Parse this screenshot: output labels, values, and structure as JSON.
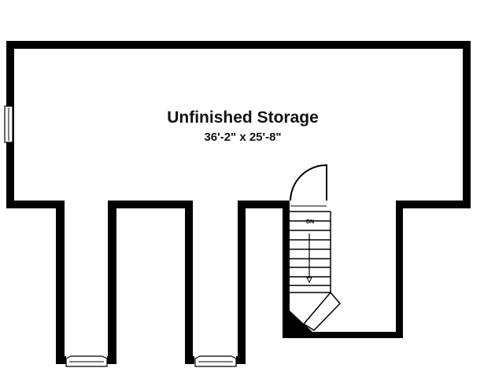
{
  "room": {
    "name": "Unfinished Storage",
    "dimensions": "36'-2\" x 25'-8\""
  },
  "stairs": {
    "direction_label": "DN"
  },
  "colors": {
    "wall": "#000000",
    "background": "#ffffff"
  }
}
